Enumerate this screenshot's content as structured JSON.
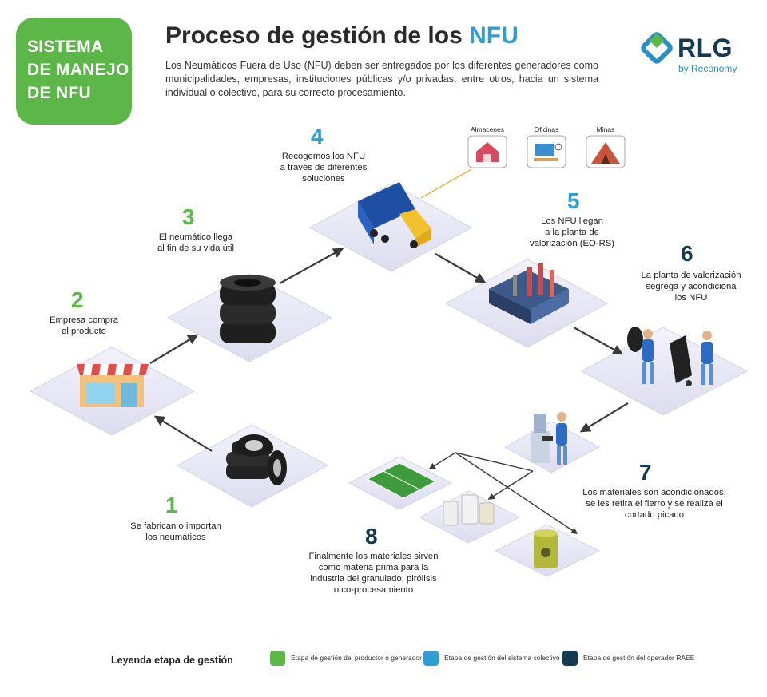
{
  "badge": {
    "lines": [
      "SISTEMA",
      "DE MANEJO",
      "DE NFU"
    ]
  },
  "title": {
    "text": "Proceso de gestión de los ",
    "highlight": "NFU"
  },
  "intro": "Los Neumáticos Fuera de Uso (NFU) deben ser entregados por los diferentes generadores como municipalidades, empresas, instituciones públicas y/o privadas, entre otros, hacia un sistema individual o colectivo, para su correcto procesamiento.",
  "logo": {
    "name": "RLG",
    "subtitle": "by Reconomy",
    "icon": "rlg-logo-icon"
  },
  "steps": [
    {
      "number": "1",
      "color": "#5cb748",
      "text": [
        "Se fabrican o importan",
        "los neumáticos"
      ],
      "icon": "tires-icon"
    },
    {
      "number": "2",
      "color": "#5cb748",
      "text": [
        "Empresa compra",
        "el producto"
      ],
      "icon": "store-icon"
    },
    {
      "number": "3",
      "color": "#5cb748",
      "text": [
        "El neumático llega",
        "al fin de su vida útil"
      ],
      "icon": "tire-stack-icon"
    },
    {
      "number": "4",
      "color": "#2f9ed5",
      "text": [
        "Recogemos los NFU",
        "a través de diferentes",
        "soluciones"
      ],
      "icon": "truck-icon"
    },
    {
      "number": "5",
      "color": "#2f9ed5",
      "text": [
        "Los NFU llegan",
        "a la planta de",
        "valorización (EO-RS)"
      ],
      "icon": "factory-icon"
    },
    {
      "number": "6",
      "color": "#133a52",
      "text": [
        "La planta de valorización",
        "segrega y acondiciona",
        "los NFU"
      ],
      "icon": "workers-icon"
    },
    {
      "number": "7",
      "color": "#133a52",
      "text": [
        "Los materiales son acondicionados,",
        "se les retira el fierro y se realiza el",
        "cortado picado"
      ],
      "icon": "cutting-machine-icon"
    },
    {
      "number": "8",
      "color": "#133a52",
      "text": [
        "Finalmente los materiales sirven",
        "como materia prima para la",
        "industria del granulado, pirólisis",
        "o co-procesamiento"
      ],
      "icon": "outputs-icon"
    }
  ],
  "sources": [
    {
      "label": "Almacenes",
      "icon": "warehouse-icon"
    },
    {
      "label": "Oficinas",
      "icon": "office-icon"
    },
    {
      "label": "Minas",
      "icon": "mine-icon"
    }
  ],
  "outputs": [
    {
      "icon": "sports-field-icon"
    },
    {
      "icon": "granulate-bags-icon"
    },
    {
      "icon": "fuel-barrel-icon"
    }
  ],
  "legend": {
    "title": "Leyenda etapa de gestión",
    "items": [
      {
        "color": "#5cb748",
        "label": "Etapa de gestión del productor o generador"
      },
      {
        "color": "#2f9ed5",
        "label": "Etapa de gestión del sistema colectivo"
      },
      {
        "color": "#133a52",
        "label": "Etapa de gestión del operador RAEE"
      }
    ]
  }
}
